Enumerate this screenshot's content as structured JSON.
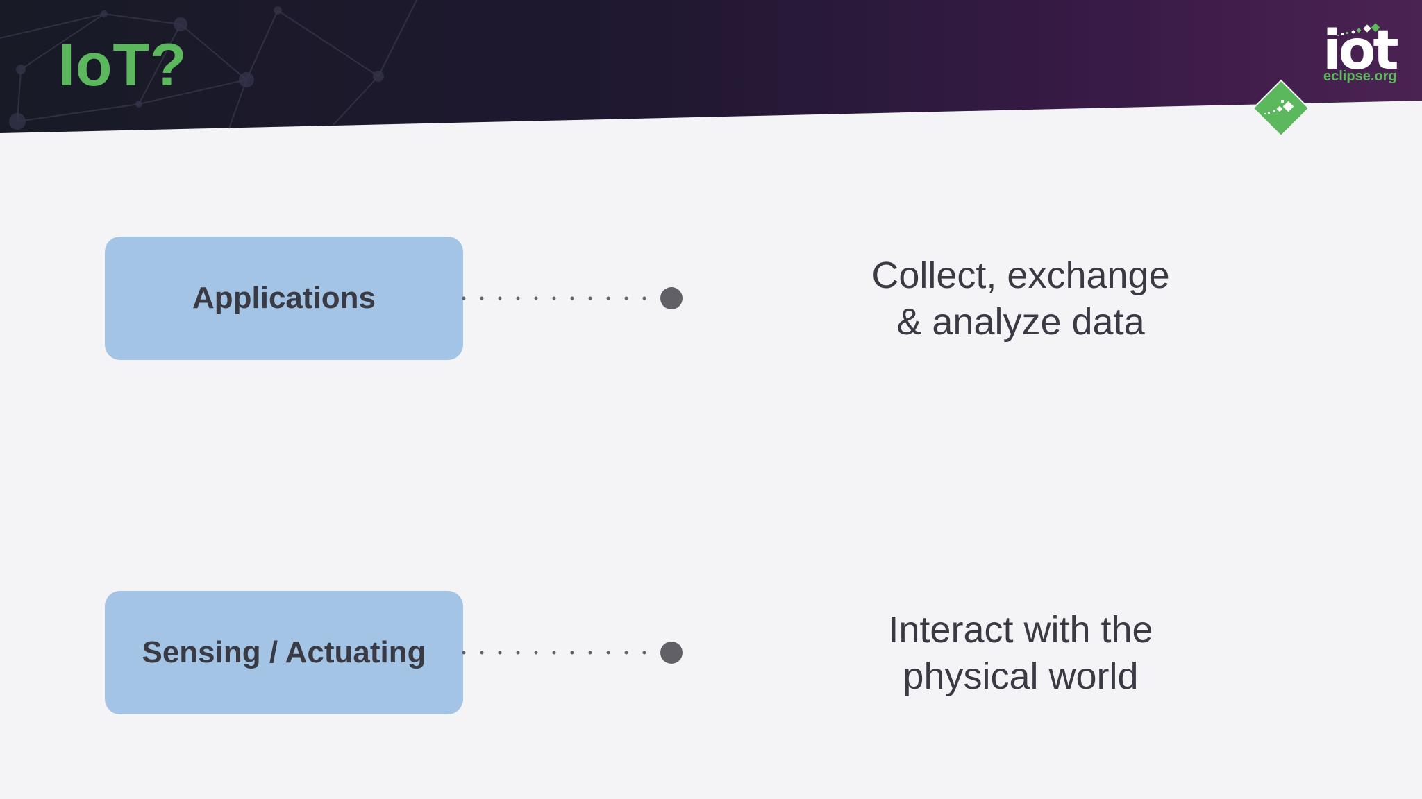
{
  "slide": {
    "title": "IoT?",
    "logo": {
      "wordmark": "iot",
      "subtext": "eclipse.org"
    },
    "layers": [
      {
        "label": "Applications",
        "description_lines": [
          "Collect, exchange",
          "& analyze data"
        ]
      },
      {
        "label": "Sensing / Actuating",
        "description_lines": [
          "Interact with the",
          "physical world"
        ]
      }
    ]
  },
  "colors": {
    "background": "#f4f3f6",
    "header_dark": "#1a1a2b",
    "header_purple": "#4a2150",
    "accent_green": "#5cb85c",
    "box_blue": "#a3c4e4",
    "text_dark": "#3a3a45",
    "connector_gray": "#606066"
  }
}
